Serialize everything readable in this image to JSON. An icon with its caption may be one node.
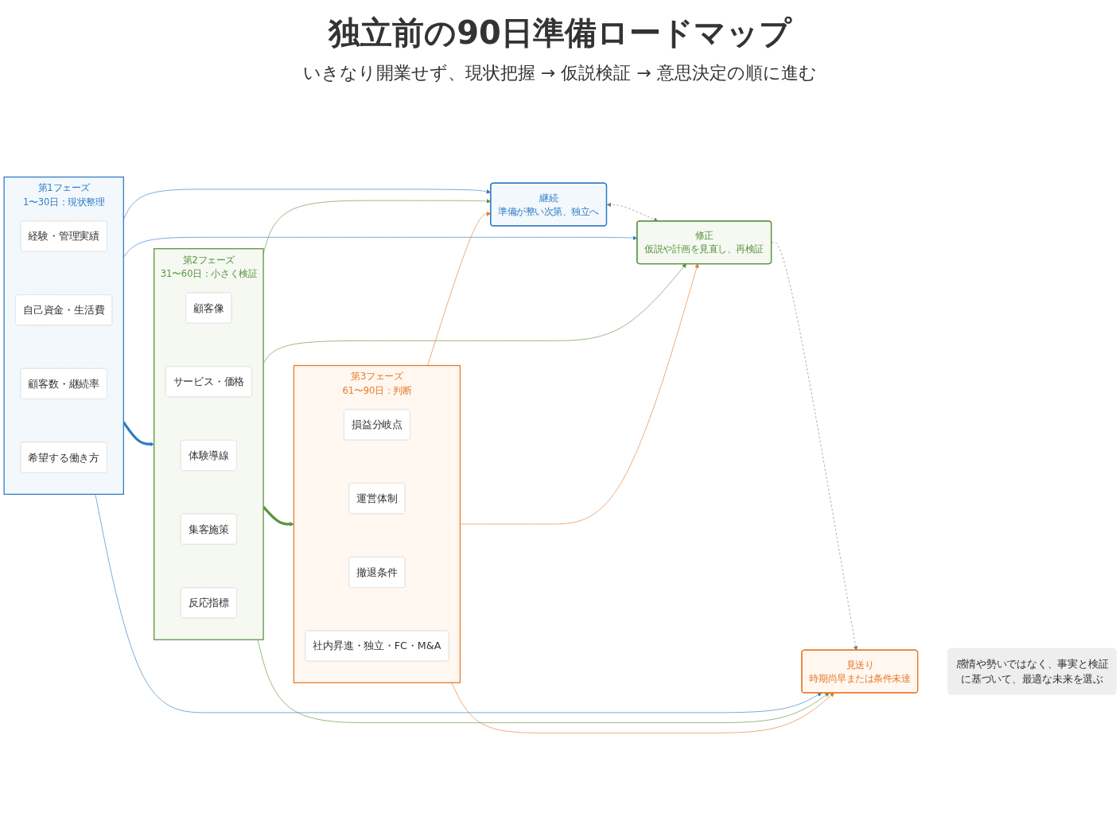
{
  "diagram": {
    "title": "独立前の90日準備ロードマップ",
    "nodes": [
      {
        "text": [
          "第1フェーズ",
          "1〜30日：現状整理"
        ]
      },
      {
        "text": [
          "経験・管理実績"
        ],
        "in": 0
      },
      {
        "text": [
          "自己資金・生活費"
        ],
        "in": 0
      },
      {
        "text": [
          "顧客数・継続率"
        ],
        "in": 0
      },
      {
        "text": [
          "希望する働き方"
        ],
        "in": 0
      },
      {
        "text": [
          "第2フェーズ",
          "31〜60日：小さく検証"
        ]
      },
      {
        "text": [
          "顧客像"
        ],
        "in": 5
      },
      {
        "text": [
          "サービス・価格"
        ],
        "in": 5
      },
      {
        "text": [
          "体験導線"
        ],
        "in": 5
      },
      {
        "text": [
          "集客施策"
        ],
        "in": 5
      },
      {
        "text": [
          "反応指標"
        ],
        "in": 5
      },
      {
        "text": [
          "第3フェーズ",
          "61〜90日：判断"
        ]
      },
      {
        "text": [
          "損益分岐点"
        ],
        "in": 11
      },
      {
        "text": [
          "運営体制"
        ],
        "in": 11
      },
      {
        "text": [
          "撤退条件"
        ],
        "in": 11
      },
      {
        "text": [
          "社内昇進・独立・FC・M&A"
        ],
        "in": 11
      },
      {
        "text": [
          "継続",
          "準備が整い次第、独立へ"
        ]
      },
      {
        "text": [
          "修正",
          "仮説や計画を見直し、再検証"
        ]
      },
      {
        "text": [
          "見送り",
          "時期尚早または条件未達"
        ]
      },
      {
        "text": [
          "感情や勢いではなく、事実と検証に基づいて、最適な未来を選ぶ"
        ]
      }
    ],
    "edges": [
      {
        "from": 0,
        "to": 5,
        "arrow": "to",
        "style": "thick",
        "color": "#2f7cc4"
      },
      {
        "from": 5,
        "to": 11,
        "arrow": "to",
        "style": "thick",
        "color": "#5a9440"
      },
      {
        "from": 0,
        "to": 16,
        "arrow": "to",
        "color": "#2f7cc4"
      },
      {
        "from": 0,
        "to": 17,
        "arrow": "to",
        "color": "#2f7cc4"
      },
      {
        "from": 0,
        "to": 18,
        "arrow": "to",
        "color": "#2f7cc4"
      },
      {
        "from": 5,
        "to": 16,
        "arrow": "to",
        "color": "#5a9440"
      },
      {
        "from": 5,
        "to": 17,
        "arrow": "to",
        "color": "#5a9440"
      },
      {
        "from": 5,
        "to": 18,
        "arrow": "to",
        "color": "#5a9440"
      },
      {
        "from": 11,
        "to": 16,
        "arrow": "to",
        "color": "#e87a2a"
      },
      {
        "from": 11,
        "to": 17,
        "arrow": "to",
        "color": "#e87a2a"
      },
      {
        "from": 11,
        "to": 18,
        "arrow": "to",
        "color": "#e87a2a"
      },
      {
        "from": 16,
        "to": 17,
        "arrow": "both",
        "style": "dashed",
        "color": "#7a7a7a"
      },
      {
        "from": 17,
        "to": 18,
        "arrow": "to",
        "style": "dashed",
        "color": "#7a7a7a"
      }
    ],
    "labels": [
      "いきなり開業せず、現状把握 → 仮説検証 → 意思決定の順に進む"
    ]
  }
}
